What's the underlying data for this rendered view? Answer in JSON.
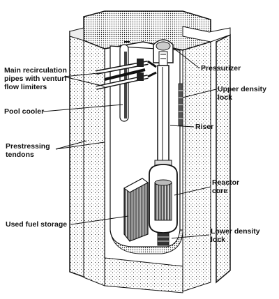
{
  "labels": {
    "main_recirculation": [
      "Main recirculation",
      "pipes with venturi",
      "flow limiters"
    ],
    "pool_cooler": [
      "Pool cooler"
    ],
    "prestressing_tendons": [
      "Prestressing",
      "tendons"
    ],
    "used_fuel_storage": [
      "Used fuel storage"
    ],
    "pressurizer": [
      "Pressurizer"
    ],
    "upper_density_lock": [
      "Upper density",
      "lock"
    ],
    "riser": [
      "Riser"
    ],
    "reactor_core": [
      "Reactor",
      "core"
    ],
    "lower_density_lock": [
      "Lower density",
      "lock"
    ]
  }
}
